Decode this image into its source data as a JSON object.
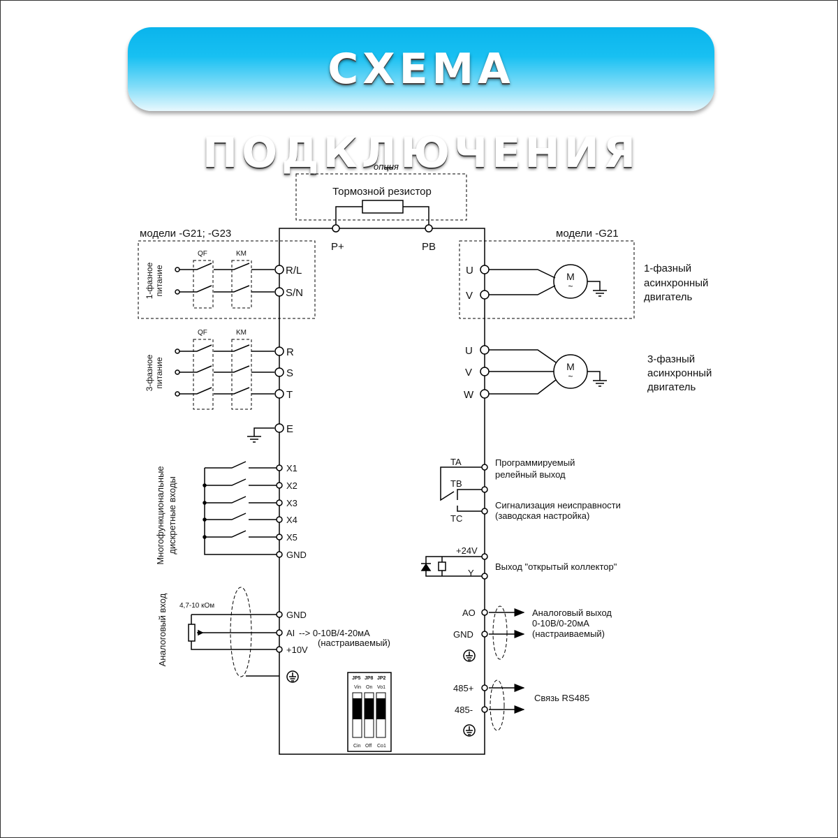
{
  "header": {
    "title": "СХЕМА ПОДКЛЮЧЕНИЯ"
  },
  "brake": {
    "option_label": "опция",
    "resistor_label": "Тормозной резистор"
  },
  "terminals_top": {
    "p_plus": "P+",
    "pb": "PB"
  },
  "single_phase_supply": {
    "models_label": "модели -G21; -G23",
    "supply_label_line1": "1-фазное",
    "supply_label_line2": "питание",
    "breaker_label": "QF",
    "contactor_label": "KM",
    "terminals": [
      "R/L",
      "S/N"
    ]
  },
  "three_phase_supply": {
    "supply_label_line1": "3-фазное",
    "supply_label_line2": "питание",
    "breaker_label": "QF",
    "contactor_label": "KM",
    "terminals": [
      "R",
      "S",
      "T"
    ]
  },
  "earth_terminal": "E",
  "digital_inputs": {
    "label_line1": "Многофункциональные",
    "label_line2": "дискретные входы",
    "terminals": [
      "X1",
      "X2",
      "X3",
      "X4",
      "X5",
      "GND"
    ]
  },
  "analog_input": {
    "label": "Аналоговый вход",
    "pot_label": "4,7-10 кОм",
    "terminals": [
      "GND",
      "AI",
      "+10V"
    ],
    "ai_desc_line1": "--> 0-10В/4-20мА",
    "ai_desc_line2": "(настраиваемый)"
  },
  "motor_single": {
    "models_label": "модели -G21",
    "terminals": [
      "U",
      "V"
    ],
    "motor_symbol": "M",
    "motor_tilde": "~",
    "desc_line1": "1-фазный",
    "desc_line2": "асинхронный",
    "desc_line3": "двигатель"
  },
  "motor_three": {
    "terminals": [
      "U",
      "V",
      "W"
    ],
    "motor_symbol": "M",
    "motor_tilde": "~",
    "desc_line1": "3-фазный",
    "desc_line2": "асинхронный",
    "desc_line3": "двигатель"
  },
  "relay_output": {
    "terminals": [
      "TA",
      "TB",
      "TC"
    ],
    "desc_line1": "Программируемый",
    "desc_line2": "релейный выход",
    "desc_line3": "Сигнализация неисправности",
    "desc_line4": "(заводская настройка)"
  },
  "open_collector": {
    "terminals": [
      "+24V",
      "Y"
    ],
    "desc": "Выход \"открытый коллектор\""
  },
  "analog_output": {
    "terminals": [
      "AO",
      "GND"
    ],
    "desc_line1": "Аналоговый выход",
    "desc_line2": "0-10В/0-20мА",
    "desc_line3": "(настраиваемый)"
  },
  "rs485": {
    "terminals": [
      "485+",
      "485-"
    ],
    "desc": "Связь RS485"
  },
  "jumpers": {
    "names": [
      "JP5",
      "JP8",
      "JP2"
    ],
    "top_labels": [
      "Vin",
      "On",
      "Vo1"
    ],
    "bottom_labels": [
      "Cin",
      "Off",
      "Co1"
    ]
  }
}
